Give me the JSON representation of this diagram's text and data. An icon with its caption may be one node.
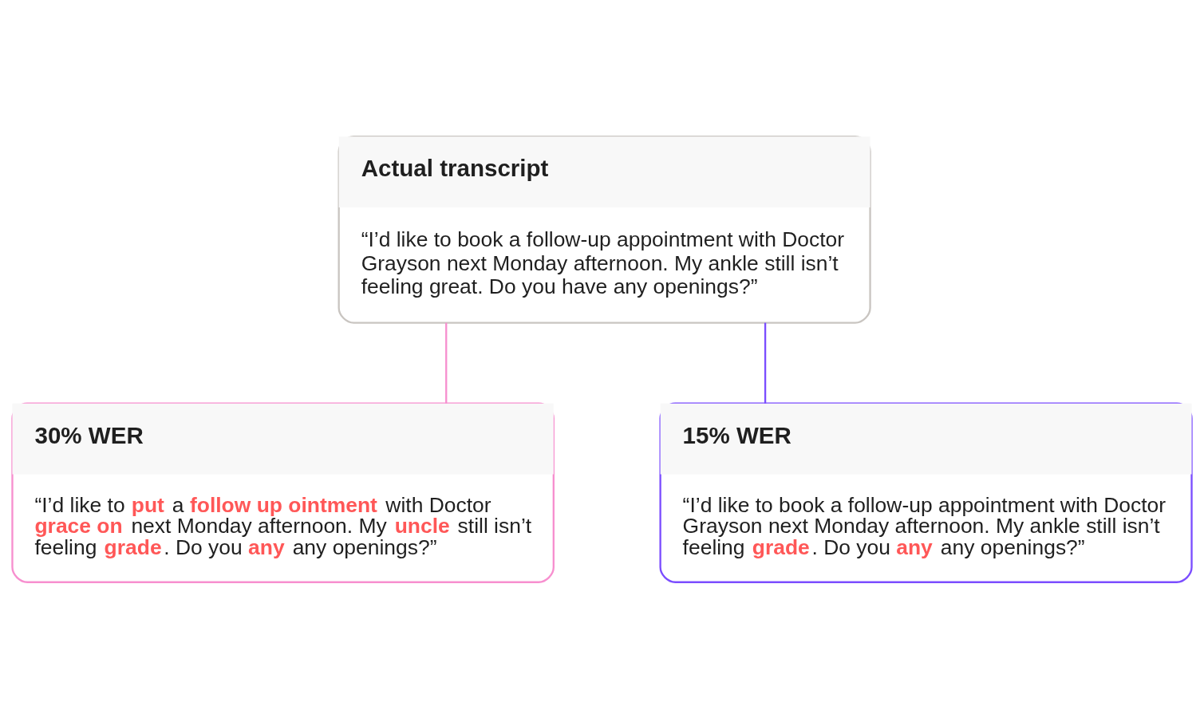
{
  "diagram": {
    "nodes": [
      {
        "text": [
          "Actual transcript",
          "“I’d like to book a follow-up appointment with Doctor Grayson next Monday afternoon. My ankle still isn’t feeling great. Do you have any openings?”"
        ]
      },
      {
        "text": [
          "30% WER",
          "“I’d like to **put** a **follow up ointment** with Doctor **grace on** next Monday afternoon. My **uncle** still isn’t feeling **grade**. Do you **any** any openings?”"
        ]
      },
      {
        "text": [
          "15% WER",
          "“I’d like to book a follow-up appointment with Doctor Grayson next Monday afternoon. My ankle still isn’t feeling **grade**. Do you **any** any openings?”"
        ]
      }
    ],
    "edges": [
      {
        "from": 0,
        "to": 1,
        "arrow": "none",
        "color": "#f78fcf"
      },
      {
        "from": 0,
        "to": 2,
        "arrow": "none",
        "color": "#7b4dff"
      }
    ]
  }
}
